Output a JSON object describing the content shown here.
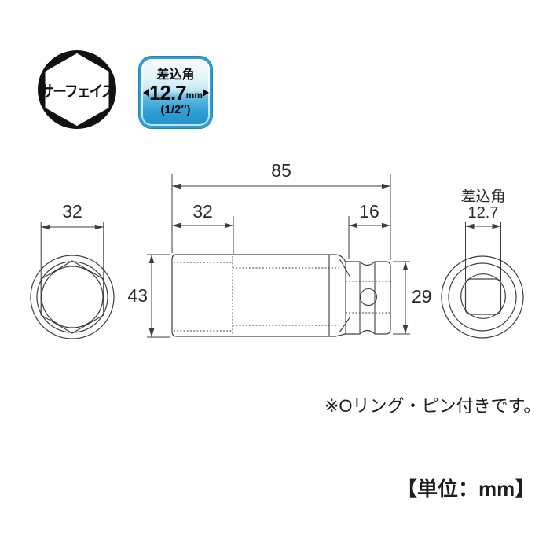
{
  "logo": {
    "brand": "サーフェイス"
  },
  "badge": {
    "title": "差込角",
    "size_value": "12.7",
    "size_unit": "mm",
    "size_inch": "(1/2″)"
  },
  "front_view": {
    "hex_width": "32"
  },
  "side_view": {
    "overall_length": "85",
    "bore_depth": "32",
    "drive_section_length": "16",
    "body_diameter": "43",
    "drive_end_diameter": "29"
  },
  "rear_view": {
    "label": "差込角",
    "drive_size": "12.7"
  },
  "notes": {
    "accessory": "※Oリング・ピン付きです。"
  },
  "unit_label": "【単位：mm】",
  "colors": {
    "line": "#3d3d3d",
    "badge_blue": "#2d9fd4",
    "logo_black": "#111111"
  }
}
